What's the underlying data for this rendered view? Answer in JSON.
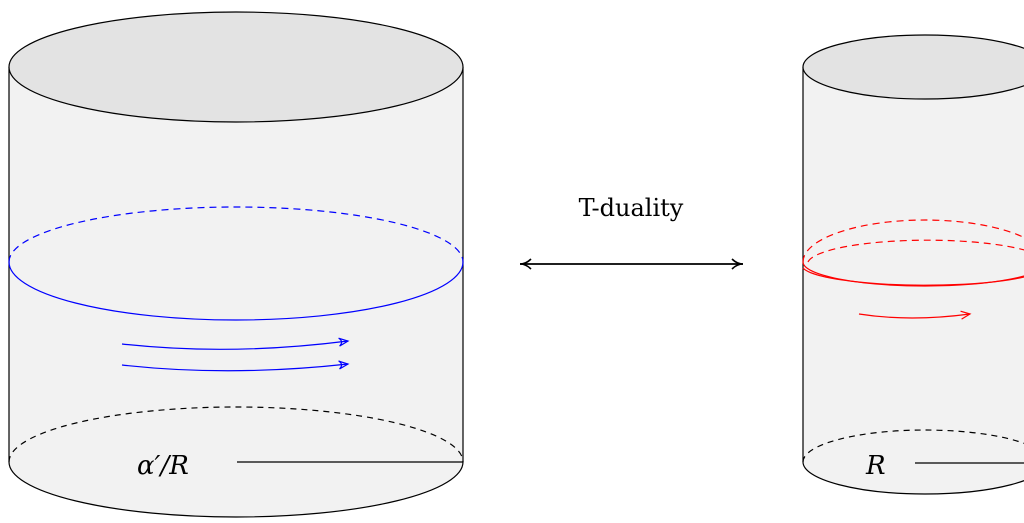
{
  "diagram": {
    "left_cylinder": {
      "radius_label": "α′/R",
      "winding_color": "#0000ff",
      "arrow_count": 2
    },
    "right_cylinder": {
      "radius_label": "R",
      "winding_color": "#ff0000",
      "arrow_count": 1
    },
    "duality": {
      "label": "T-duality",
      "arrow": "double-headed"
    },
    "colors": {
      "surface": "#f2f2f2",
      "top_cap": "#e3e3e3",
      "outline": "#000000"
    }
  }
}
